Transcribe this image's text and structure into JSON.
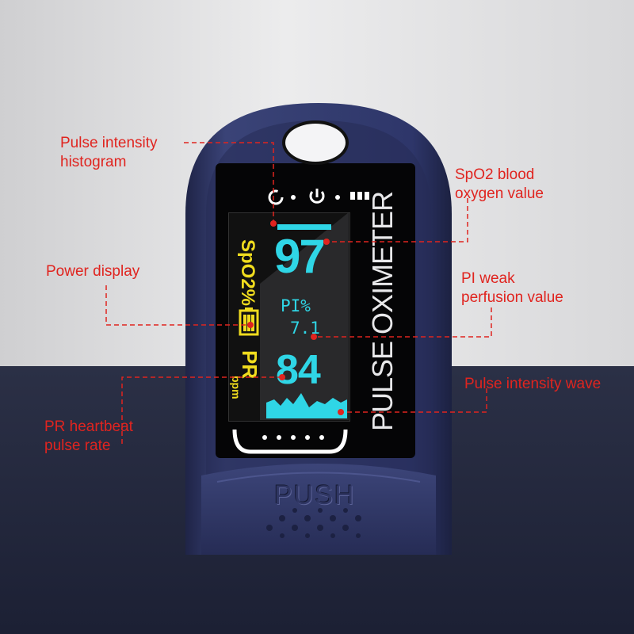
{
  "labels": {
    "histogram": [
      "Pulse intensity",
      "histogram"
    ],
    "spo2": [
      "SpO2 blood",
      "oxygen value"
    ],
    "power": "Power display",
    "pi": [
      "PI weak",
      "perfusion value"
    ],
    "wave": "Pulse intensity wave",
    "pr": [
      "PR heartbeat",
      "pulse rate"
    ]
  },
  "display": {
    "spo2_label": "SpO2%",
    "spo2_value": "97",
    "pi_label": "PI%",
    "pi_value": "7.1",
    "pr_label": "PR",
    "pr_unit": "bpm",
    "pr_value": "84",
    "brand": "PULSE OXIMETER"
  },
  "device": {
    "push_label": "PUSH"
  },
  "colors": {
    "label_red": "#e0241f",
    "lcd_cyan": "#2fd6e6",
    "lcd_yellow": "#f0dc1e",
    "body_navy": "#2f3766"
  },
  "icons": [
    "power-ring-icon",
    "power-button-icon",
    "sensor-dots-icon",
    "battery-icon"
  ]
}
